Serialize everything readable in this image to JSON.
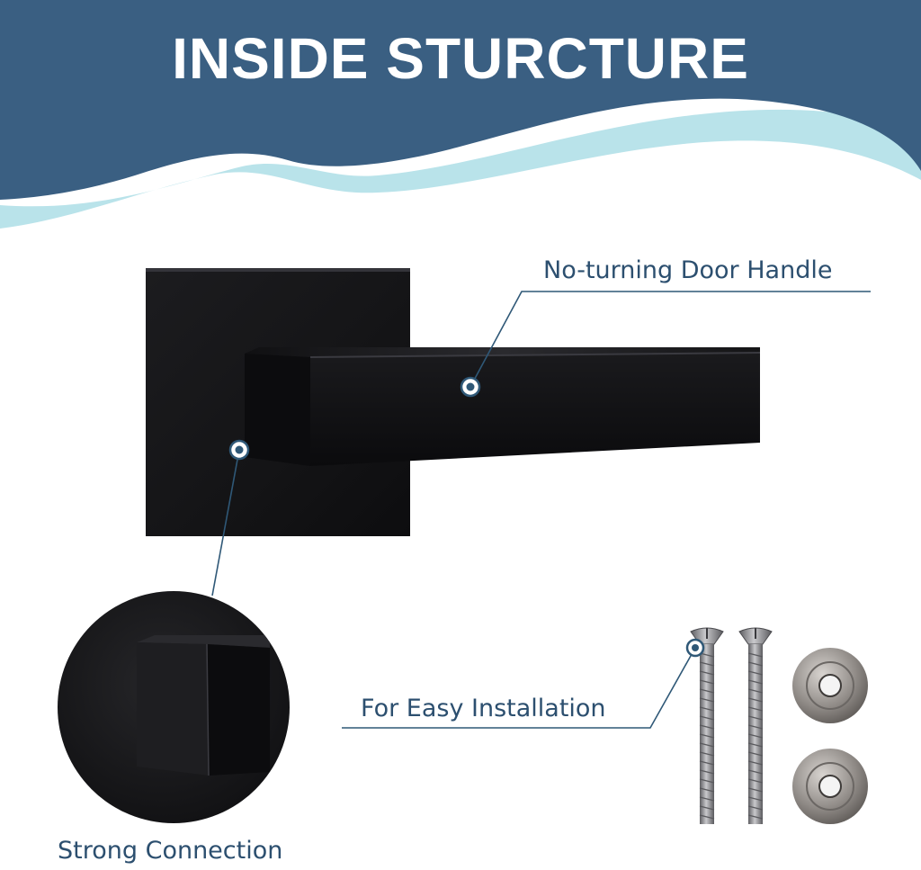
{
  "header": {
    "title": "INSIDE STURCTURE",
    "background_color": "#3a5f82",
    "wave_accent_color": "#b9e3ea"
  },
  "callouts": {
    "handle": "No-turning Door Handle",
    "install": "For Easy Installation",
    "connection": "Strong Connection"
  },
  "colors": {
    "text": "#2c4f6f",
    "leader_line": "#2f5877",
    "product_black": "#141416"
  },
  "icons": {
    "marker": "target-dot-icon"
  }
}
